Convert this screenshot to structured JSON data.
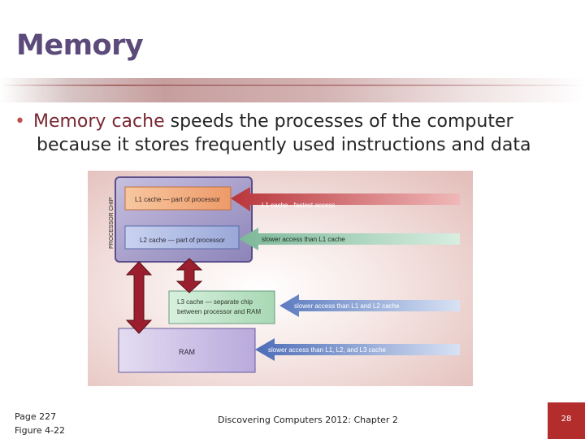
{
  "slide": {
    "title": "Memory",
    "bullet_highlight": "Memory cache",
    "bullet_line1_rest": " speeds the processes of the computer",
    "bullet_line2": "because it stores frequently used instructions and data"
  },
  "figure": {
    "processor_chip_label": "PROCESSOR CHIP",
    "l1_box": "L1 cache — part of processor",
    "l2_box": "L2 cache — part of processor",
    "l3_box_line1": "L3 cache — separate chip",
    "l3_box_line2": "between processor and RAM",
    "ram_box": "RAM",
    "arrow_l1": "L1 cache - fastest access",
    "arrow_l2": "slower access than L1 cache",
    "arrow_l3": "slower access than L1 and L2 cache",
    "arrow_ram": "slower access than L1, L2, and L3 cache",
    "colors": {
      "l1": "#f0a070",
      "l2": "#9aa8d8",
      "l3": "#b8a8d8",
      "ram": "#c8bce0",
      "red_arrow": "#d04a4a",
      "green_arrow": "#a8d0b8",
      "blue_arrow": "#8aa8d8"
    }
  },
  "footer": {
    "page_ref": "Page 227",
    "figure_ref": "Figure 4-22",
    "book": "Discovering Computers 2012: Chapter 2",
    "slide_number": "28"
  }
}
